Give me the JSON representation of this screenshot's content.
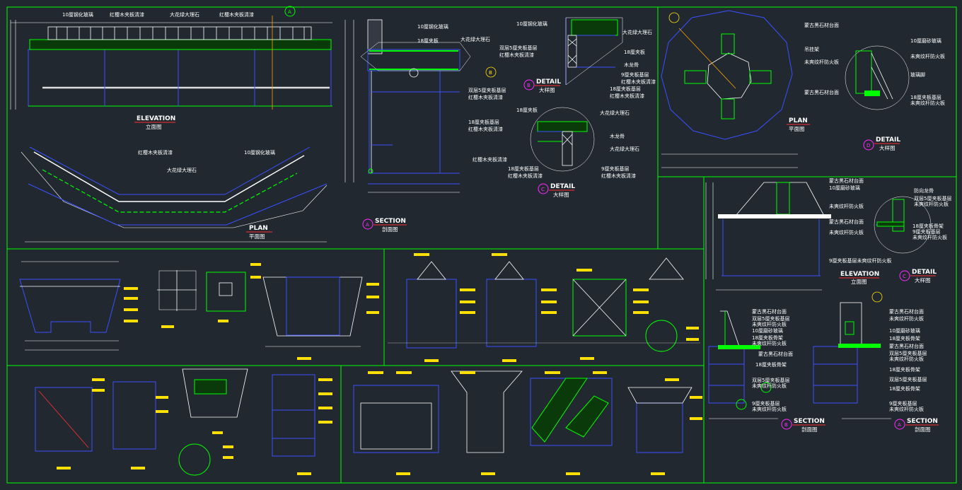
{
  "panels": {
    "elevation": {
      "title": "ELEVATION",
      "subtitle": "立面图",
      "labels": [
        "10厘钢化玻璃",
        "红樱木夹板清漆",
        "大花绿大理石",
        "红樱木夹板清漆"
      ]
    },
    "plan_top": {
      "title": "PLAN",
      "subtitle": "平面图",
      "labels": [
        "红樱木夹板清漆",
        "10厘钢化玻璃",
        "大花绿大理石"
      ]
    },
    "section_a": {
      "title": "SECTION",
      "subtitle": "剖面图",
      "marker": "A",
      "labels": [
        "10厘钢化玻璃",
        "18厘夹板",
        "大花绿大理石",
        "双层5厘夹板基层",
        "红樱木夹板清漆",
        "18厘夹板基层",
        "红樱木夹板清漆",
        "红樱木夹板清漆",
        "18厘夹板基层",
        "红樱木夹板清漆"
      ]
    },
    "detail_b": {
      "title": "DETAIL",
      "subtitle": "大样图",
      "marker": "B",
      "labels": [
        "10厘钢化玻璃",
        "大花绿大理石",
        "双层5厘夹板基层",
        "红樱木夹板清漆",
        "18厘夹板",
        "木龙骨",
        "9厘夹板基层",
        "红樱木夹板清漆",
        "18厘夹板基层",
        "红樱木夹板清漆"
      ]
    },
    "detail_c": {
      "title": "DETAIL",
      "subtitle": "大样图",
      "marker": "C",
      "labels": [
        "18厘夹板",
        "大花绿大理石",
        "木龙骨",
        "大花绿大理石",
        "18厘夹板基层",
        "红樱木夹板清漆",
        "9厘夹板基层",
        "红樱木夹板清漆"
      ]
    },
    "plan_right": {
      "title": "PLAN",
      "subtitle": "平面图",
      "labels": [
        "蒙古黑石材台面",
        "吊挂架",
        "未爽纹杆防火板",
        "蒙古黑石材台面"
      ]
    },
    "detail_d": {
      "title": "DETAIL",
      "subtitle": "大样图",
      "marker": "D",
      "labels": [
        "10厘磨砂玻璃",
        "未爽纹杆防火板",
        "玻璃脚",
        "18厘夹板基层",
        "未爽纹杆防火板"
      ]
    },
    "elevation_right": {
      "title": "ELEVATION",
      "subtitle": "立面图",
      "labels": [
        "蒙古黑石材台面",
        "10厘磨砂玻璃",
        "未爽纹杆防火板",
        "蒙古黑石材台面",
        "未爽纹杆防火板",
        "9厘夹板基层未爽纹杆防火板"
      ]
    },
    "detail_c_right": {
      "title": "DETAIL",
      "subtitle": "大样图",
      "marker": "C",
      "labels": [
        "防向龙骨",
        "双层5厘夹板基层",
        "未爽纹杆防火板",
        "18厘夹板骨架",
        "9厘夹板基层",
        "未爽纹杆防火板"
      ]
    },
    "section_b_right": {
      "title": "SECTION",
      "subtitle": "剖面图",
      "marker": "B",
      "labels": [
        "蒙古黑石材台面",
        "双层5厘夹板基层",
        "未爽纹杆防火板",
        "10厘磨砂玻璃",
        "18厘夹板骨架",
        "未爽纹杆防火板",
        "蒙古黑石材台面",
        "18厘夹板骨架",
        "双层5厘夹板基层",
        "未爽纹杆防火板",
        "9厘夹板基层",
        "未爽纹杆防火板"
      ]
    },
    "section_a_right": {
      "title": "SECTION",
      "subtitle": "剖面图",
      "marker": "A",
      "labels": [
        "蒙古黑石材台面",
        "未爽纹杆防火板",
        "10厘磨砂玻璃",
        "18厘夹板骨架",
        "蒙古黑石材台面",
        "双层5厘夹板基层",
        "未爽纹杆防火板",
        "18厘夹板骨架",
        "双层5厘夹板基层",
        "18厘夹板骨架",
        "9厘夹板基层",
        "未爽纹杆防火板"
      ]
    }
  },
  "colors": {
    "background": "#212830",
    "frame": "#00ff00",
    "primary_line": "#3a50ff",
    "dimension": "#ffffff",
    "tag": "#ffe000",
    "marker": "#ff2bff",
    "accent": "#ff3030"
  }
}
